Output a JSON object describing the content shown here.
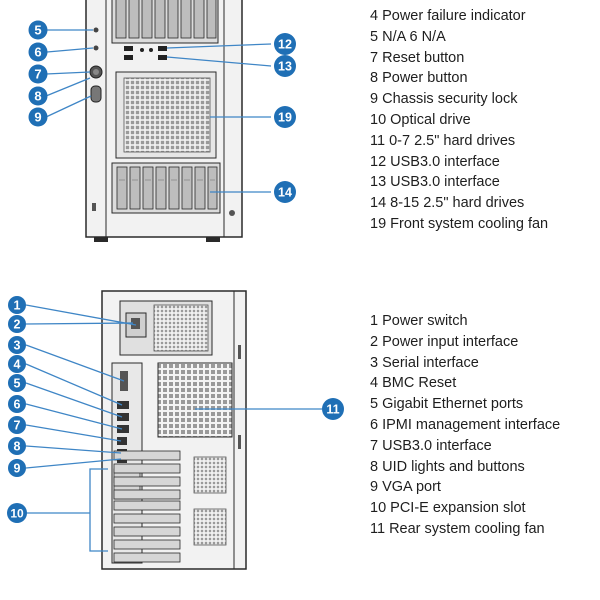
{
  "front": {
    "callouts": [
      "5",
      "6",
      "7",
      "8",
      "9",
      "12",
      "13",
      "14",
      "19"
    ],
    "legend": [
      "4 Power failure indicator",
      "5 N/A 6 N/A",
      "7 Reset button",
      "8 Power button",
      "9 Chassis security lock",
      "10 Optical drive",
      "11 0-7 2.5\" hard drives",
      "12 USB3.0 interface",
      "13 USB3.0 interface",
      "14 8-15 2.5\" hard drives",
      "19 Front system cooling fan"
    ]
  },
  "rear": {
    "callouts": [
      "1",
      "2",
      "3",
      "4",
      "5",
      "6",
      "7",
      "8",
      "9",
      "10",
      "11"
    ],
    "legend": [
      "1 Power switch",
      "2 Power input interface",
      "3 Serial interface",
      "4 BMC Reset",
      "5 Gigabit Ethernet ports",
      "6 IPMI management interface",
      "7 USB3.0 interface",
      "8 UID lights and buttons",
      "9 VGA port",
      "10 PCI-E expansion slot",
      "11 Rear system cooling fan"
    ]
  },
  "colors": {
    "callout": "#1f6fb5",
    "leader": "#3f86c6",
    "line": "#2a2a2a",
    "fill": "#ececec"
  }
}
